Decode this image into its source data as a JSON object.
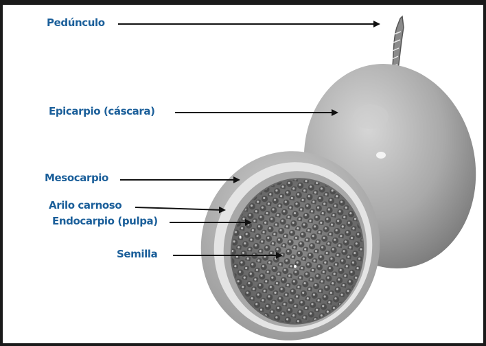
{
  "labels": {
    "peduncle": "Pedúnculo",
    "epicarp": "Epicarpio (cáscara)",
    "mesocarp": "Mesocarpio",
    "aril": "Arilo carnoso",
    "endocarp": "Endocarpio (pulpa)",
    "seed": "Semilla"
  },
  "colors": {
    "label_text": "#1b5f9a",
    "arrow": "#111111",
    "frame": "#1a1a1a"
  }
}
